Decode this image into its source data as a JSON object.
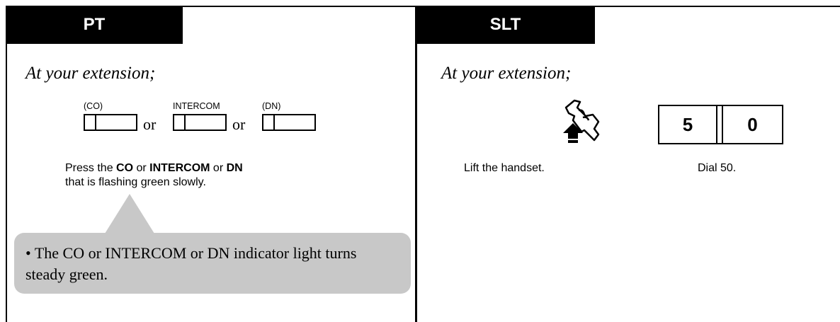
{
  "pt": {
    "tab_label": "PT",
    "heading": "At your extension;",
    "keys": [
      {
        "caption": "(CO)"
      },
      {
        "caption": "INTERCOM"
      },
      {
        "caption": "(DN)"
      }
    ],
    "or_word": "or",
    "instruction": {
      "pre": "Press the ",
      "b1": "CO",
      "mid1": " or ",
      "b2": "INTERCOM",
      "mid2": " or ",
      "b3": "DN",
      "line2": "that is flashing green slowly."
    },
    "callout": {
      "bullet": "•",
      "text": "The CO or INTERCOM or DN indicator light turns steady green."
    }
  },
  "slt": {
    "tab_label": "SLT",
    "heading": "At your extension;",
    "step1_label": "Lift the handset.",
    "dial_digits": [
      "5",
      "0"
    ],
    "step2_label": "Dial 50."
  },
  "icons": {
    "handset": "handset-lift-icon"
  }
}
